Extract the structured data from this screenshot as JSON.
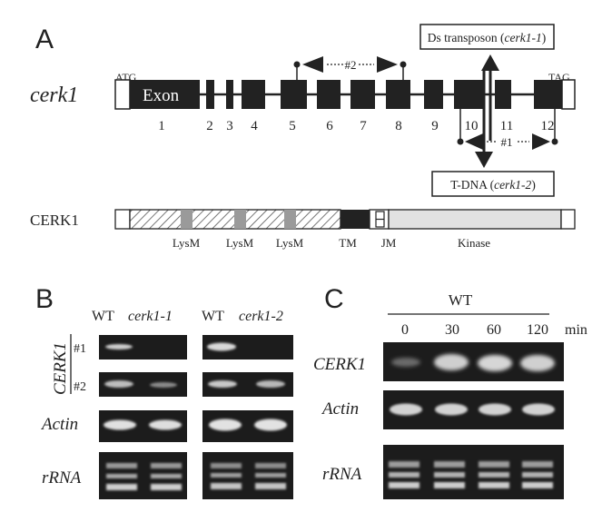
{
  "panels": {
    "a": {
      "letter": "A",
      "gene_label": "cerk1",
      "start_codon": "ATG",
      "stop_codon": "TAG",
      "exon_label": "Exon",
      "exon_numbers": [
        "1",
        "2",
        "3",
        "4",
        "5",
        "6",
        "7",
        "8",
        "9",
        "10",
        "11",
        "12"
      ],
      "primer_2": "#2",
      "primer_1": "#1",
      "ds_label_prefix": "Ds transposon (",
      "ds_label_allele": "cerk1-1",
      "ds_label_suffix": ")",
      "tdna_label_prefix": "T-DNA (",
      "tdna_label_allele": "cerk1-2",
      "tdna_label_suffix": ")",
      "protein_label": "CERK1",
      "domains": [
        "LysM",
        "LysM",
        "LysM",
        "TM",
        "JM",
        "Kinase"
      ]
    },
    "b": {
      "letter": "B",
      "lanes": [
        {
          "genotype": "WT",
          "allele": "cerk1-1"
        },
        {
          "genotype": "WT",
          "allele": "cerk1-2"
        }
      ],
      "gene_label": "CERK1",
      "primer_rows": [
        "#1",
        "#2"
      ],
      "row_labels": [
        "Actin",
        "rRNA"
      ]
    },
    "c": {
      "letter": "C",
      "genotype": "WT",
      "timepoints": [
        "0",
        "30",
        "60",
        "120"
      ],
      "time_unit": "min",
      "row_labels": [
        "CERK1",
        "Actin",
        "rRNA"
      ]
    }
  },
  "colors": {
    "ink": "#222222",
    "gel_bg": "#1c1c1c",
    "band": "#d4d4d4",
    "kinase_fill": "#e2e2e2",
    "lysm_fill": "#9a9a9a"
  }
}
